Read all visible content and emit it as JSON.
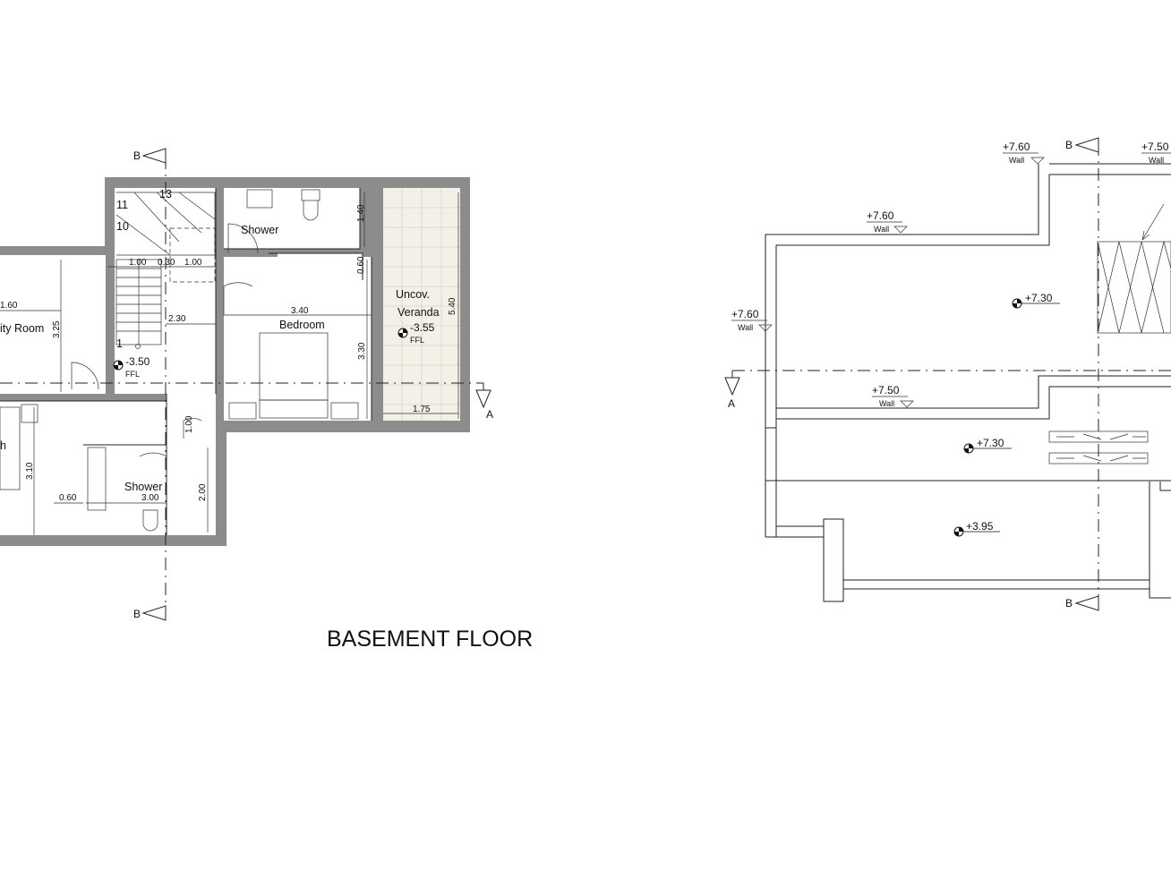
{
  "title": "BASEMENT FLOOR",
  "rooms": {
    "shower_top": "Shower",
    "bedroom": "Bedroom",
    "veranda_line1": "Uncov.",
    "veranda_line2": "Veranda",
    "utility": "ity Room",
    "shower_bottom": "Shower",
    "partial_room": "h"
  },
  "dimensions": {
    "d_1_00_a": "1.00",
    "d_0_30": "0.30",
    "d_1_00_b": "1.00",
    "d_1_40": "1.40",
    "d_0_60_a": "0.60",
    "d_3_40": "3.40",
    "d_5_40": "5.40",
    "d_1_60": "1.60",
    "d_3_25": "3.25",
    "d_2_30": "2.30",
    "d_3_30": "3.30",
    "d_1_75": "1.75",
    "d_1_00_c": "1.00",
    "d_3_10": "3.10",
    "d_0_60_b": "0.60",
    "d_3_00": "3.00",
    "d_2_00": "2.00"
  },
  "stair_numbers": [
    "13",
    "11",
    "10",
    "1"
  ],
  "levels": {
    "floor_main": "-3.50",
    "floor_veranda": "-3.55",
    "ffl": "FFL",
    "wall_760_a": "+7.60",
    "wall_760_b": "+7.60",
    "wall_760_c": "+7.60",
    "wall_750_a": "+7.50",
    "wall_750_b": "+7.50",
    "roof_730_a": "+7.30",
    "roof_730_b": "+7.30",
    "roof_395": "+3.95",
    "wall_word": "Wall"
  },
  "section_marks": {
    "b": "B",
    "a": "A"
  }
}
